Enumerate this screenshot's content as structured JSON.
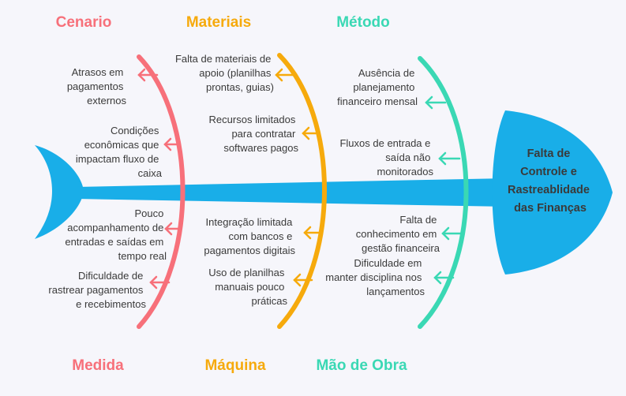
{
  "colors": {
    "background": "#f6f6fb",
    "fish": "#19aee8",
    "cenario": "#f7707a",
    "materiais": "#f6aa0c",
    "metodo": "#3ad8b4",
    "text": "#3a3a3a"
  },
  "head": {
    "lines": [
      "Falta de",
      "Controle e",
      "Rastreablidade",
      "das Finanças"
    ]
  },
  "categories": {
    "cenario": "Cenario",
    "materiais": "Materiais",
    "metodo": "Método",
    "medida": "Medida",
    "maquina": "Máquina",
    "mao_de_obra": "Mão de Obra"
  },
  "causes": {
    "cenario": [
      {
        "lines": [
          "Atrasos em",
          "pagamentos",
          "externos"
        ]
      },
      {
        "lines": [
          "Condições",
          "econômicas que",
          "impactam fluxo de",
          "caixa"
        ]
      },
      {
        "lines": [
          "Pouco",
          "acompanhamento de",
          "entradas e saídas em",
          "tempo real"
        ]
      },
      {
        "lines": [
          "Dificuldade de",
          "rastrear pagamentos",
          "e recebimentos"
        ]
      }
    ],
    "materiais": [
      {
        "lines": [
          "Falta de materiais de",
          "apoio (planilhas",
          "prontas, guias)"
        ]
      },
      {
        "lines": [
          "Recursos limitados",
          "para contratar",
          "softwares pagos"
        ]
      },
      {
        "lines": [
          "Integração limitada",
          "com bancos e",
          "pagamentos digitais"
        ]
      },
      {
        "lines": [
          "Uso de planilhas",
          "manuais pouco",
          "práticas"
        ]
      }
    ],
    "metodo": [
      {
        "lines": [
          "Ausência de",
          "planejamento",
          "financeiro mensal"
        ]
      },
      {
        "lines": [
          "Fluxos de entrada e",
          "saída não",
          "monitorados"
        ]
      },
      {
        "lines": [
          "Falta de",
          "conhecimento em",
          "gestão financeira"
        ]
      },
      {
        "lines": [
          "Dificuldade em",
          "manter disciplina nos",
          "lançamentos"
        ]
      }
    ]
  }
}
